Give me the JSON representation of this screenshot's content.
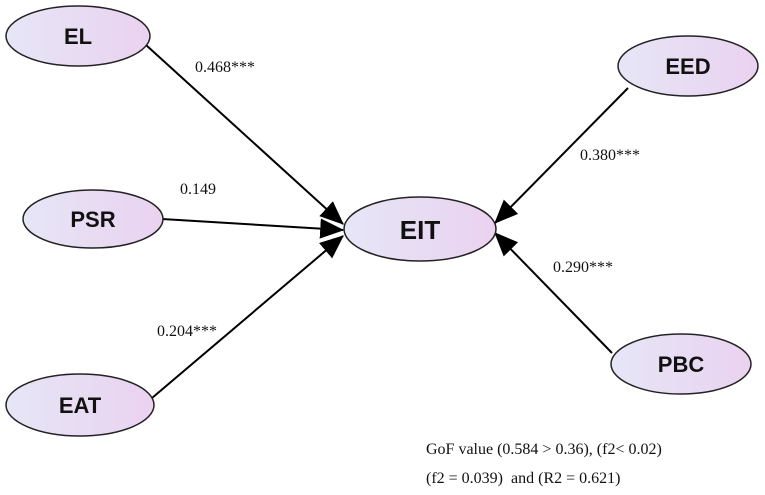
{
  "nodes": {
    "el": "EL",
    "psr": "PSR",
    "eat": "EAT",
    "eit": "EIT",
    "eed": "EED",
    "pbc": "PBC"
  },
  "paths": {
    "el_eit": "0.468***",
    "psr_eit": "0.149",
    "eat_eit": "0.204***",
    "eed_eit": "0.380***",
    "pbc_eit": "0.290***"
  },
  "notes": {
    "line1": "GoF value (0.584 > 0.36), (f2< 0.02)",
    "line2": "(f2 = 0.039)  and (R2 = 0.621)"
  },
  "colors": {
    "node_fill_start": "#e6e6f6",
    "node_fill_end": "#ead2f0",
    "outline": "#222222",
    "arrow": "#000000"
  }
}
